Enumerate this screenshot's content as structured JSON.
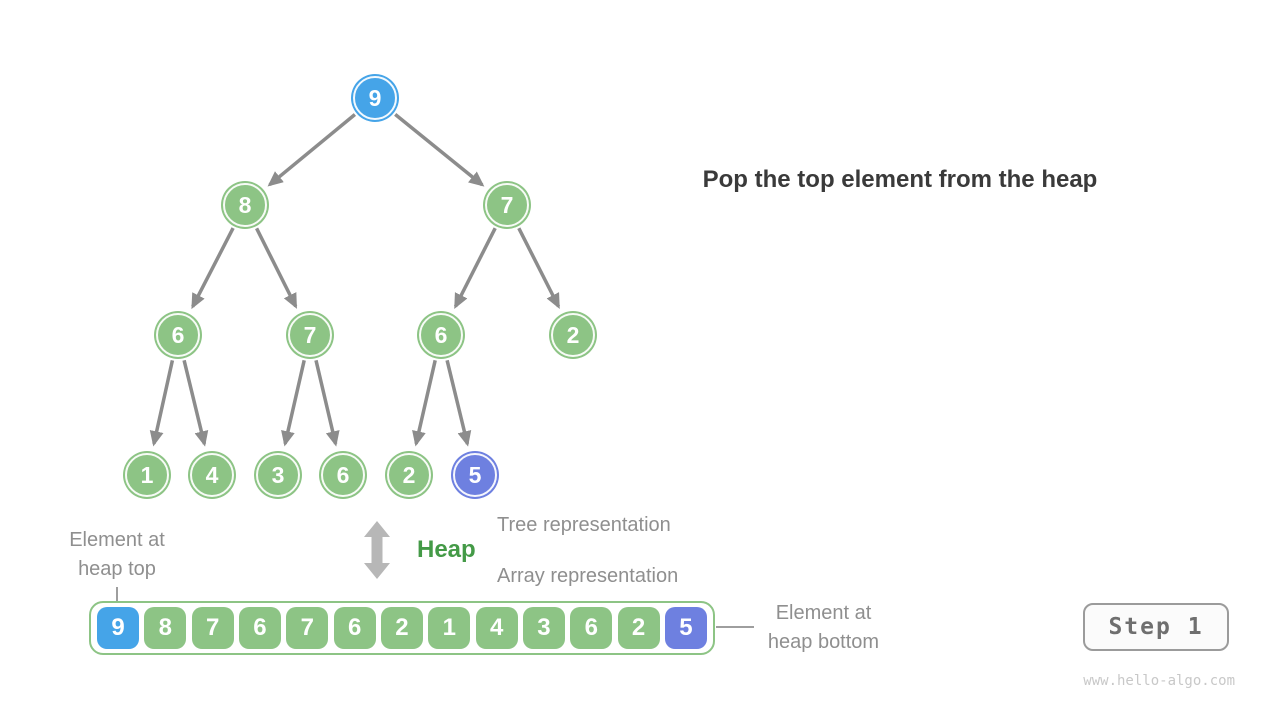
{
  "caption": "Pop the top element from the heap",
  "heap_label": "Heap",
  "tree": {
    "representation_label": "Tree representation",
    "nodes": [
      {
        "value": "9",
        "color": "blue"
      },
      {
        "value": "8",
        "color": "green"
      },
      {
        "value": "7",
        "color": "green"
      },
      {
        "value": "6",
        "color": "green"
      },
      {
        "value": "7",
        "color": "green"
      },
      {
        "value": "6",
        "color": "green"
      },
      {
        "value": "2",
        "color": "green"
      },
      {
        "value": "1",
        "color": "green"
      },
      {
        "value": "4",
        "color": "green"
      },
      {
        "value": "3",
        "color": "green"
      },
      {
        "value": "6",
        "color": "green"
      },
      {
        "value": "2",
        "color": "green"
      },
      {
        "value": "5",
        "color": "purple"
      }
    ]
  },
  "array": {
    "representation_label": "Array representation",
    "cells": [
      {
        "value": "9",
        "color": "blue"
      },
      {
        "value": "8",
        "color": "green"
      },
      {
        "value": "7",
        "color": "green"
      },
      {
        "value": "6",
        "color": "green"
      },
      {
        "value": "7",
        "color": "green"
      },
      {
        "value": "6",
        "color": "green"
      },
      {
        "value": "2",
        "color": "green"
      },
      {
        "value": "1",
        "color": "green"
      },
      {
        "value": "4",
        "color": "green"
      },
      {
        "value": "3",
        "color": "green"
      },
      {
        "value": "6",
        "color": "green"
      },
      {
        "value": "2",
        "color": "green"
      },
      {
        "value": "5",
        "color": "purple"
      }
    ]
  },
  "annotations": {
    "heap_top": {
      "line1": "Element at",
      "line2": "heap top"
    },
    "heap_bottom": {
      "line1": "Element at",
      "line2": "heap bottom"
    }
  },
  "step_indicator": "Step 1",
  "watermark": "www.hello-algo.com",
  "colors": {
    "node_green": "#8dc485",
    "node_blue": "#45a4e8",
    "node_purple": "#6e80e0",
    "heap_label_green": "#449a47",
    "edge_gray": "#8c8c8c",
    "caption_dark": "#3a3a3a"
  }
}
